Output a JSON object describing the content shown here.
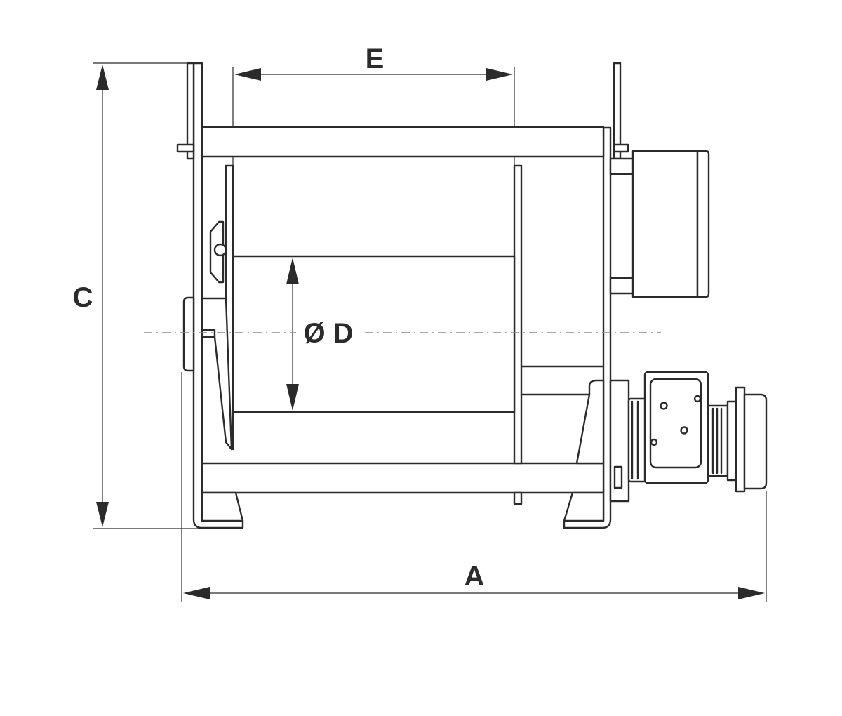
{
  "diagram": {
    "labels": {
      "width_overall": "A",
      "height_overall": "C",
      "drum_diameter": "Ø D",
      "drum_length": "E"
    },
    "colors": {
      "line": "#2b2b2b",
      "centerline": "#8a8a8a",
      "background": "#ffffff"
    }
  }
}
